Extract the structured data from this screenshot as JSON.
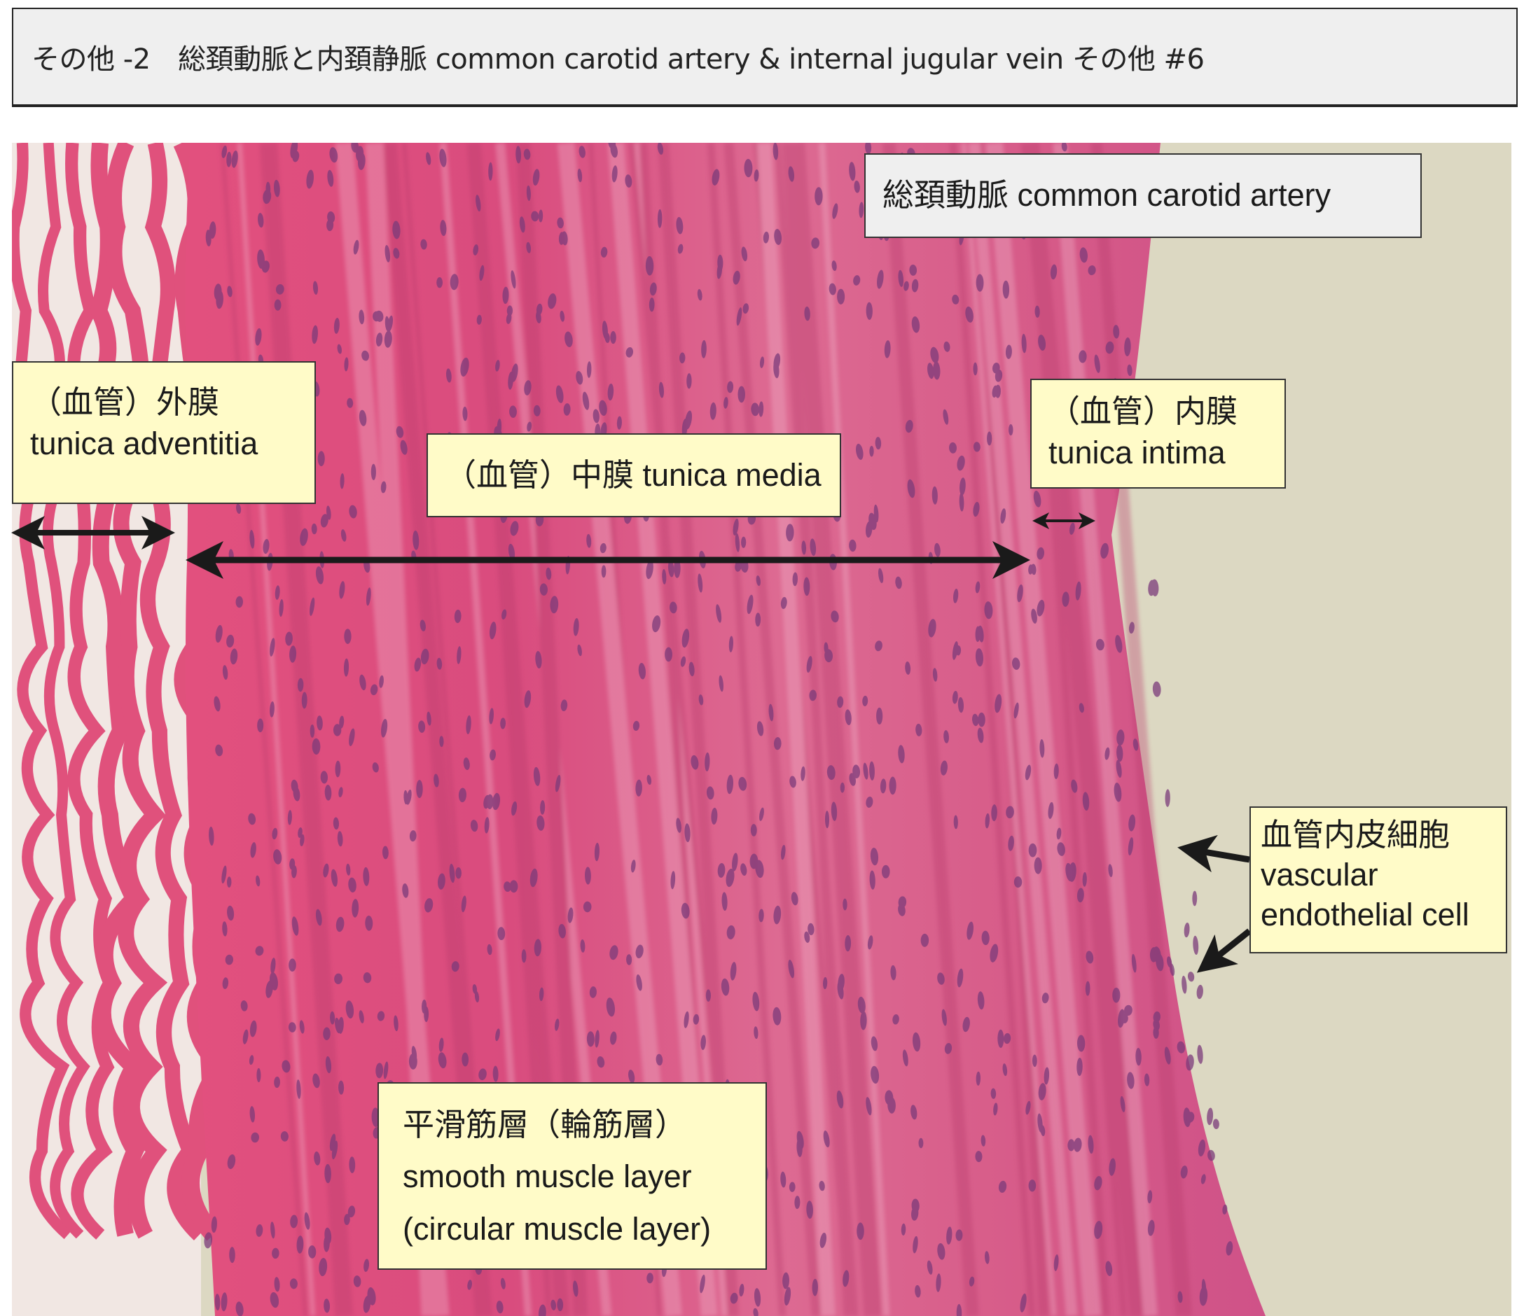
{
  "title": "その他 -2　総頚動脈と内頚静脈 common carotid artery & internal jugular vein その他 #6",
  "photo": {
    "description_colors": {
      "tissue": "#d9557f",
      "background": "#dcd8c2",
      "nuclei": "#7a3a78"
    }
  },
  "labels": {
    "artery": "総頚動脈 common carotid artery",
    "adventitia": {
      "jp": "（血管）外膜",
      "en": "tunica adventitia"
    },
    "media": "（血管）中膜 tunica media",
    "intima": {
      "jp": "（血管）内膜",
      "en": "tunica intima"
    },
    "endothelial": {
      "jp": "血管内皮細胞",
      "en1": "vascular",
      "en2": "endothelial cell"
    },
    "smooth_muscle": {
      "jp": "平滑筋層（輪筋層）",
      "en1": "smooth muscle layer",
      "en2": "(circular muscle layer)"
    }
  }
}
